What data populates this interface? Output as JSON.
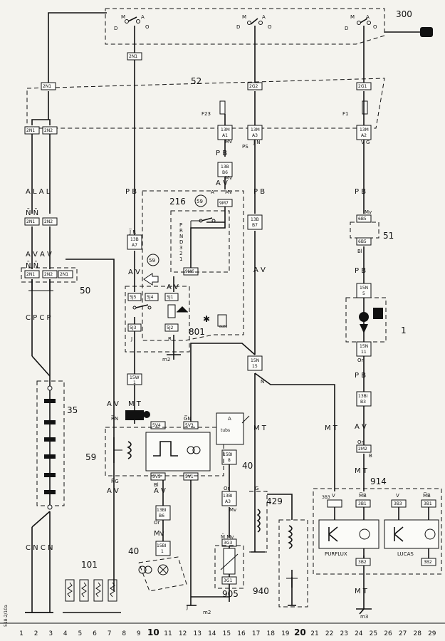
{
  "components": {
    "c300": "300",
    "c52": "52",
    "c216": "216",
    "c59a": "59",
    "c59b": "59",
    "c801": "801",
    "c50": "50",
    "c35": "35",
    "c59": "59",
    "c51": "51",
    "c1": "1",
    "c914": "914",
    "c101": "101",
    "c40a": "40",
    "c40b": "40",
    "c429": "429",
    "c940": "940",
    "c905": "905"
  },
  "fuses": {
    "f23": "F23",
    "f1": "F1"
  },
  "connectors": {
    "sw_top": "2N1",
    "b52_1": "2N1",
    "b52_2": "2G2",
    "b52_3": "2G1",
    "left_a1": "2N1",
    "left_a2": "2N2",
    "left_b1": "2N1",
    "left_b2": "2N2",
    "j50_1": "2N1",
    "j50_2": "2N2",
    "j50_3": "2N1",
    "c13m_a1_1": "13M",
    "c13m_a1_2": "A1",
    "c13m_a3_1": "13M",
    "c13m_a3_2": "A3",
    "c13m_a2_1": "13M",
    "c13m_a2_2": "A2",
    "c13b_b6_1": "13B",
    "c13b_b6_2": "B6",
    "c9m7": "9M7",
    "c13b_a7_1": "13B",
    "c13b_a7_2": "A7",
    "c13b_b7_1": "13B",
    "c13b_b7_2": "B7",
    "c9m6": "9M6",
    "sj5": "5J5",
    "sj4": "5J4",
    "sj1": "5J1",
    "sj3": "5J3",
    "sj2": "5J2",
    "c6b5a": "6B5",
    "c6b5b": "6B5",
    "c15n5_1": "15N",
    "c15n5_2": "5",
    "c15n11_1": "15N",
    "c15n11_2": "11",
    "c15n15_1": "15N",
    "c15n15_2": "15",
    "c15w1_1": "15W",
    "c15w1_2": "1",
    "c13bi_b3_1": "13BI",
    "c13bi_b3_2": "B3",
    "c2m2": "2M2",
    "c5v4": "5V4",
    "c5v3": "5V3",
    "c5v5": "5V5",
    "c5v1": "5V1",
    "c15bi8_1": "15BI",
    "c15bi8_2": "8",
    "c13bi_a3_1": "13BI",
    "c13bi_a3_2": "A3",
    "c3g3": "3G3",
    "c3g1": "3G1",
    "c13bi_b6_1": "13BI",
    "c13bi_b6_2": "B6",
    "c15bi1_1": "15BI",
    "c15bi1_2": "1",
    "c3b3a": "3B3",
    "c3b1a": "3B1",
    "c3b2a": "3B2",
    "c3b3b": "3B3",
    "c3b1b": "3B1",
    "c3b2b": "3B2"
  },
  "wire_labels": {
    "ala": "A L A L",
    "nn1": "N̄  N̄",
    "ava": "A V A V",
    "nn2": "N̄  N̄",
    "cpc": "C P C P",
    "cnc": "C N C N",
    "pb1": "P B",
    "pb2": "P B",
    "pb3": "P B",
    "pb4": "P B",
    "pb5": "P B",
    "pb6": "P B",
    "av1": "A V",
    "av2": "A V",
    "av3": "A V",
    "av4": "A V",
    "av5": "A V",
    "av6": "A V",
    "av7": "A V",
    "av8": "A V",
    "jn": "J N",
    "vg": "V G",
    "mv1": "Mv",
    "mv2": "Mv",
    "mv3": "Mv",
    "mv4": "Mv",
    "mv5": "Mv",
    "mt1": "M T",
    "mt2": "M T",
    "mt3": "M T",
    "mt4": "M T",
    "mt5": "M T",
    "bl1": "Bl",
    "bl2": "Bl",
    "or1": "Or",
    "or2": "Or",
    "or3": "Or",
    "or4": "Or",
    "n1": "N",
    "b1": "B",
    "g1": "G",
    "gn": "G̅N",
    "rn": "R̅N",
    "ng": "N̅G",
    "v1": "V",
    "v2": "V",
    "mb1": "M̅B",
    "mb2": "M̅B",
    "jr1": "J̅ R",
    "j1": "J",
    "r1": "R",
    "jj": "J",
    "mlabel": "Mv",
    "mvb": "M̄ Mv",
    "ps1": "PS",
    "sa": "A"
  },
  "switch_letters": {
    "d1": "D",
    "m1": "M",
    "a1": "A",
    "o1": "O",
    "d2": "D",
    "m2": "M",
    "a2": "A",
    "o2": "O",
    "d3": "D",
    "m3": "M",
    "a3": "A",
    "o3": "O"
  },
  "gear_positions": [
    "P",
    "R",
    "N",
    "D",
    "3",
    "2",
    "1"
  ],
  "brands": {
    "purflux": "PURFLUX",
    "lucas": "LUCAS"
  },
  "box_texts": {
    "tubs": "tubs",
    "auto": "auto",
    "lambda": "A"
  },
  "grounds": {
    "m2a": "m2",
    "m2b": "m2",
    "m3": "m3"
  },
  "ref_code": "518-2/10a",
  "grid_numbers": [
    "1",
    "2",
    "3",
    "4",
    "5",
    "6",
    "7",
    "8",
    "9",
    "10",
    "11",
    "12",
    "13",
    "14",
    "15",
    "16",
    "17",
    "18",
    "19",
    "20",
    "21",
    "22",
    "23",
    "24",
    "25",
    "26",
    "27",
    "28",
    "29"
  ]
}
